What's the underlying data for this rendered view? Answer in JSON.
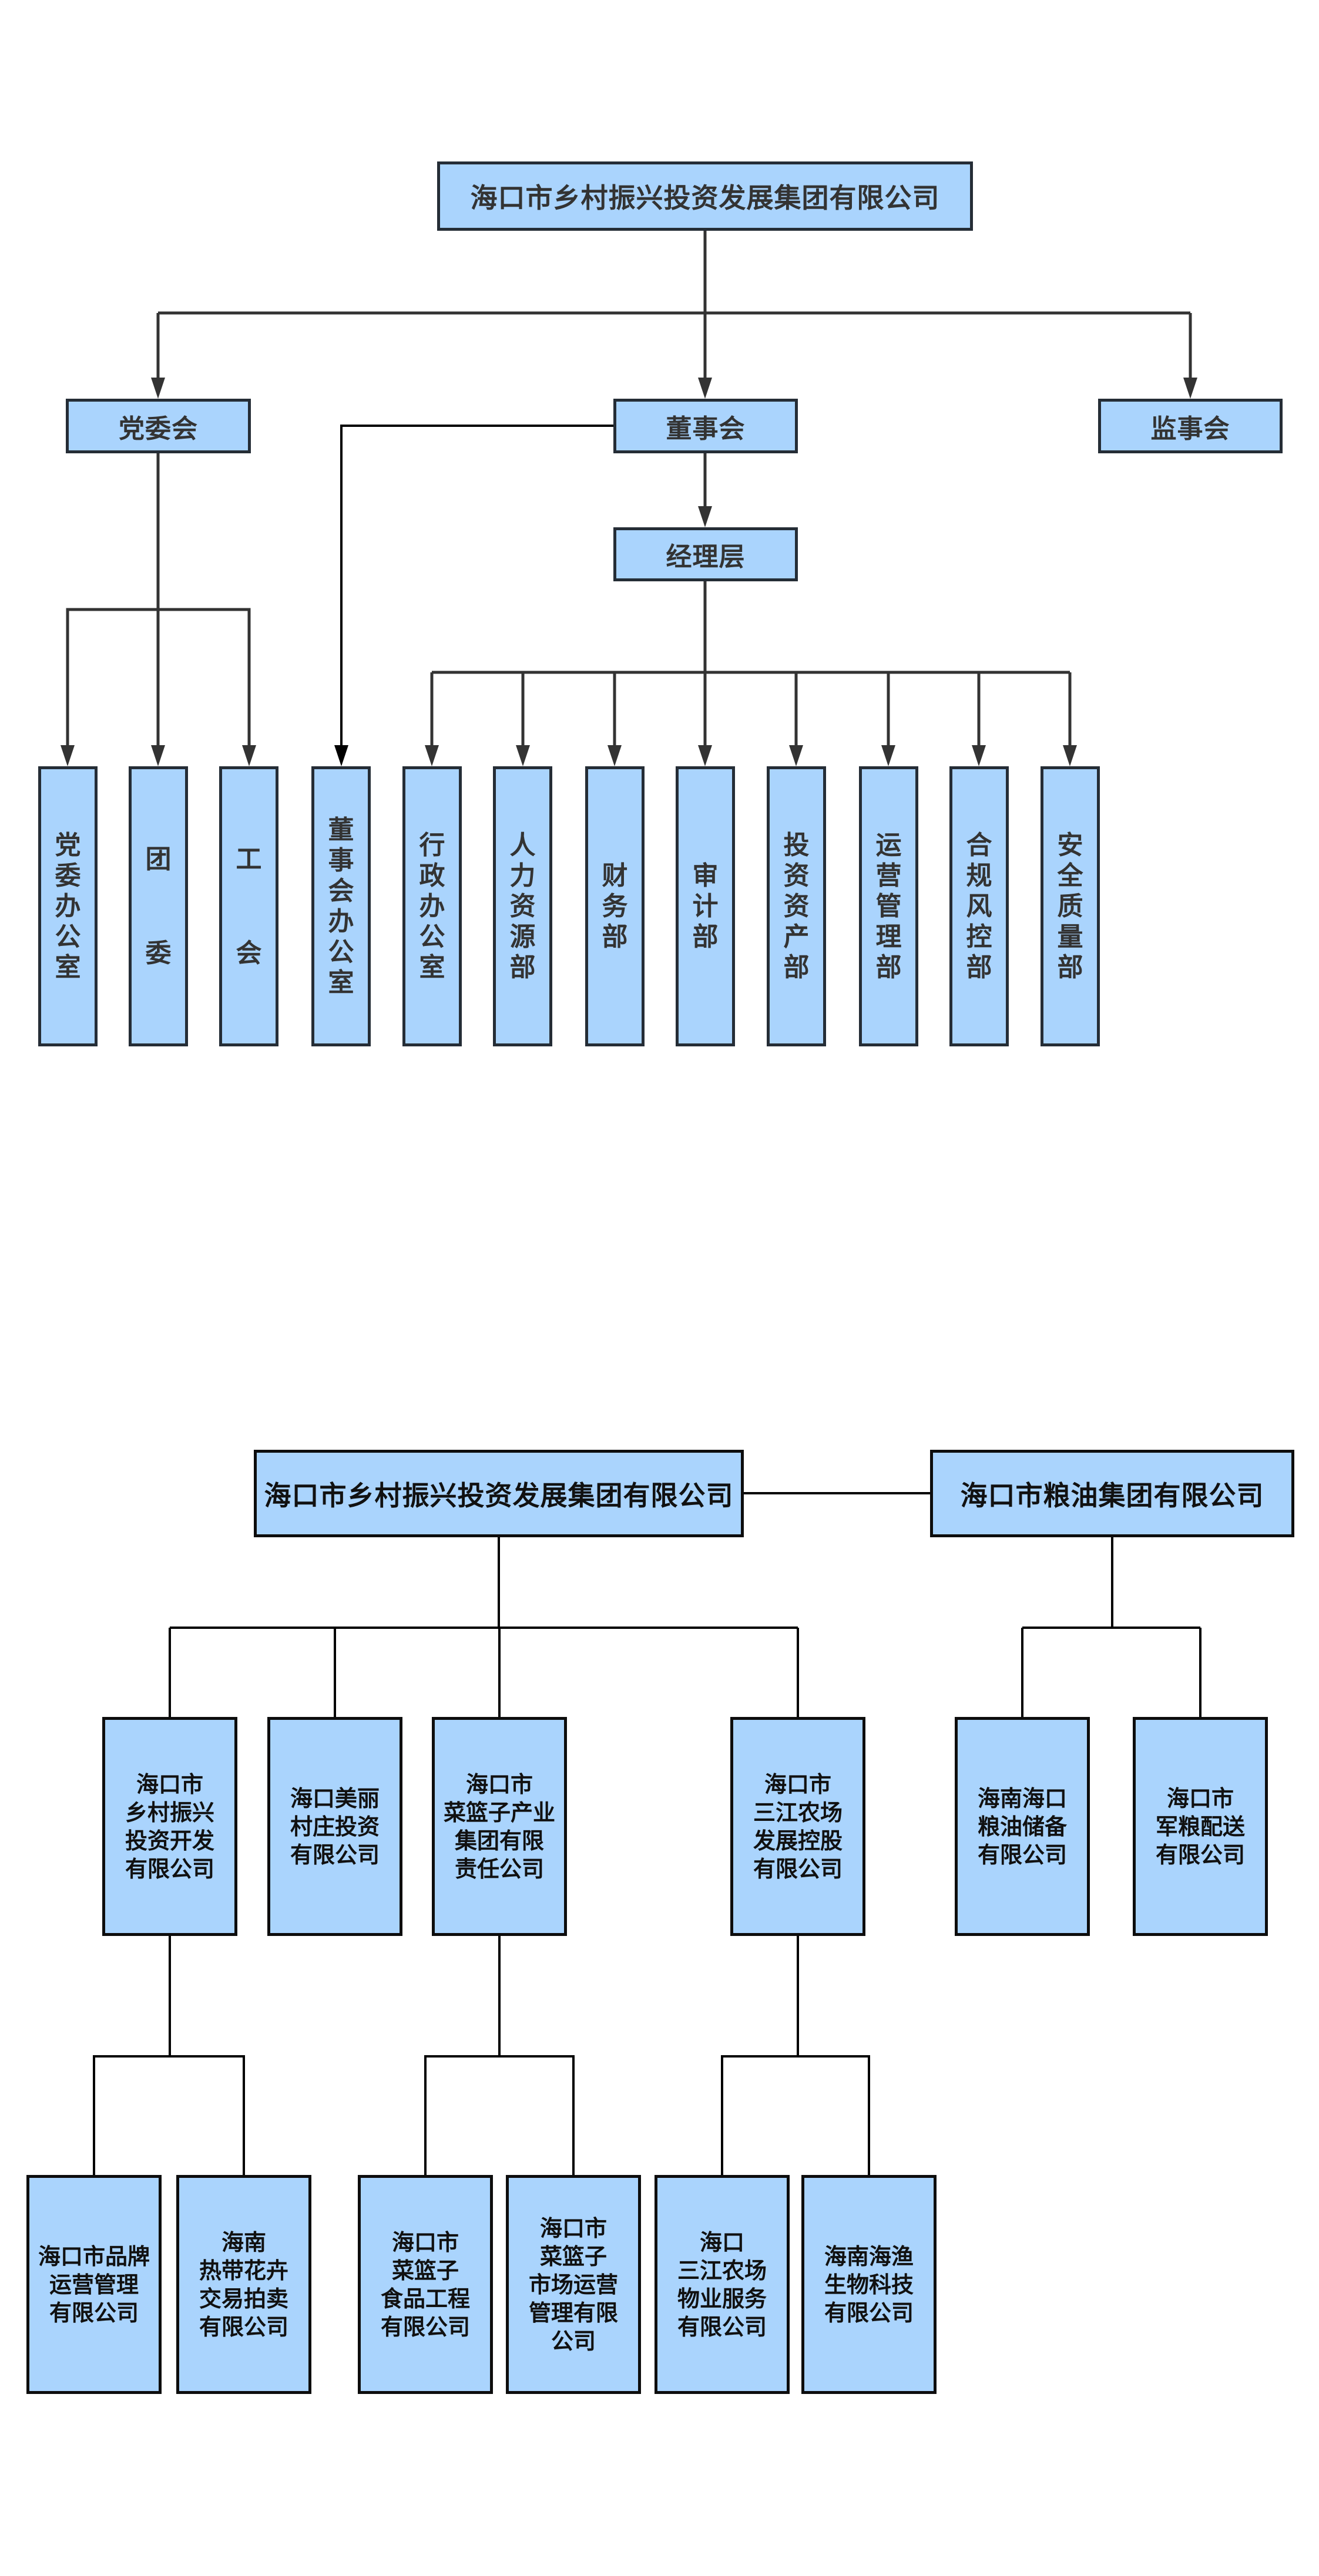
{
  "governance_chart": {
    "root": "海口市乡村振兴投资发展集团有限公司",
    "tier1": [
      {
        "id": "party",
        "label": "党委会"
      },
      {
        "id": "board",
        "label": "董事会"
      },
      {
        "id": "supervisors",
        "label": "监事会"
      }
    ],
    "management": "经理层",
    "departments": [
      {
        "label": "党委办公室",
        "parent": "党委会"
      },
      {
        "label": "团委",
        "parent": "党委会"
      },
      {
        "label": "工会",
        "parent": "党委会"
      },
      {
        "label": "董事会办公室",
        "parent": "董事会"
      },
      {
        "label": "行政办公室",
        "parent": "经理层"
      },
      {
        "label": "人力资源部",
        "parent": "经理层"
      },
      {
        "label": "财务部",
        "parent": "经理层"
      },
      {
        "label": "审计部",
        "parent": "经理层"
      },
      {
        "label": "投资资产部",
        "parent": "经理层"
      },
      {
        "label": "运营管理部",
        "parent": "经理层"
      },
      {
        "label": "合规风控部",
        "parent": "经理层"
      },
      {
        "label": "安全质量部",
        "parent": "经理层"
      }
    ]
  },
  "subsidiary_chart": {
    "root": "海口市乡村振兴投资发展集团有限公司",
    "sibling_root": "海口市粮油集团有限公司",
    "level2": [
      {
        "label": "海口市\n乡村振兴\n投资开发\n有限公司",
        "parent": "root"
      },
      {
        "label": "海口美丽\n村庄投资\n有限公司",
        "parent": "root"
      },
      {
        "label": "海口市\n菜篮子产业\n集团有限\n责任公司",
        "parent": "root"
      },
      {
        "label": "海口市\n三江农场\n发展控股\n有限公司",
        "parent": "root"
      },
      {
        "label": "海南海口\n粮油储备\n有限公司",
        "parent": "sibling_root"
      },
      {
        "label": "海口市\n军粮配送\n有限公司",
        "parent": "sibling_root"
      }
    ],
    "level3": [
      {
        "label": "海口市品牌\n运营管理\n有限公司",
        "parent": 0
      },
      {
        "label": "海南\n热带花卉\n交易拍卖\n有限公司",
        "parent": 0
      },
      {
        "label": "海口市\n菜篮子\n食品工程\n有限公司",
        "parent": 2
      },
      {
        "label": "海口市\n菜篮子\n市场运营\n管理有限\n公司",
        "parent": 2
      },
      {
        "label": "海口\n三江农场\n物业服务\n有限公司",
        "parent": 3
      },
      {
        "label": "海南海渔\n生物科技\n有限公司",
        "parent": 3
      }
    ]
  },
  "colors": {
    "node_fill": "#aad4fd",
    "node_border": "#252d36",
    "connector": "#333333",
    "connector_black": "#000000"
  }
}
